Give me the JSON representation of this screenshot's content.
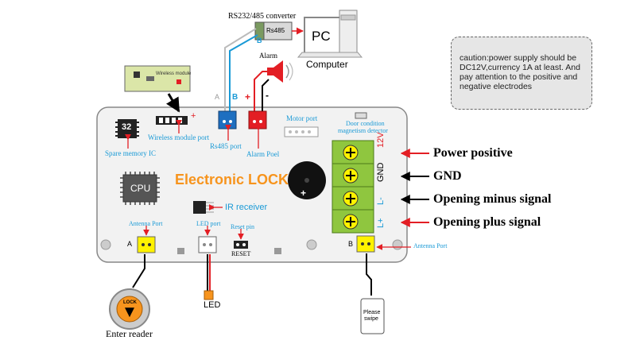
{
  "labels": {
    "converter": "RS232/485 converter",
    "rs485_plate": "Rs485",
    "pc": "PC",
    "computer": "Computer",
    "alarm_title": "Alarm",
    "wire_b_top": "B",
    "wire_a": "A",
    "wire_b": "B",
    "plus": "+",
    "minus": "-",
    "wireless_chip": "Wireless module",
    "wireless_port": "Wireless module port",
    "spare_memory": "Spare memory IC",
    "ic_number": "32",
    "cpu": "CPU",
    "rs485_port": "Rs485 port",
    "alarm_poel": "Alarm Poel",
    "motor_port": "Motor port",
    "door_condition": "Door condition",
    "magnetism_detector": "magnetism detector",
    "title": "Electronic LOCK",
    "ir_receiver": "IR receiver",
    "antenna_port_left": "Antenna Port",
    "led_port": "LED port",
    "reset_pin": "Reset pin",
    "reset": "RESET",
    "pin_a": "A",
    "pin_b": "B",
    "antenna_port_right": "Antenna Port",
    "led": "LED",
    "enter_reader": "Enter reader",
    "lock_button": "LOCK",
    "please_swipe_1": "Please",
    "please_swipe_2": "swipe"
  },
  "terminals": [
    "12V",
    "GND",
    "L-",
    "L+"
  ],
  "signals": [
    "Power positive",
    "GND",
    "Opening minus signal",
    "Opening plus signal"
  ],
  "caution": "caution:power supply should be DC12V,currency 1A at least. And pay attention to the positive and negative electrodes",
  "colors": {
    "board": "#f2f2f2",
    "terminal_block": "#8fc63f",
    "cyan_text": "#1a9ad6",
    "arrow_red": "#e31e24",
    "rs485_port": "#1e6fc0",
    "alarm_port": "#e31e24",
    "antenna_port": "#fff200",
    "title_orange": "#f7941d"
  }
}
